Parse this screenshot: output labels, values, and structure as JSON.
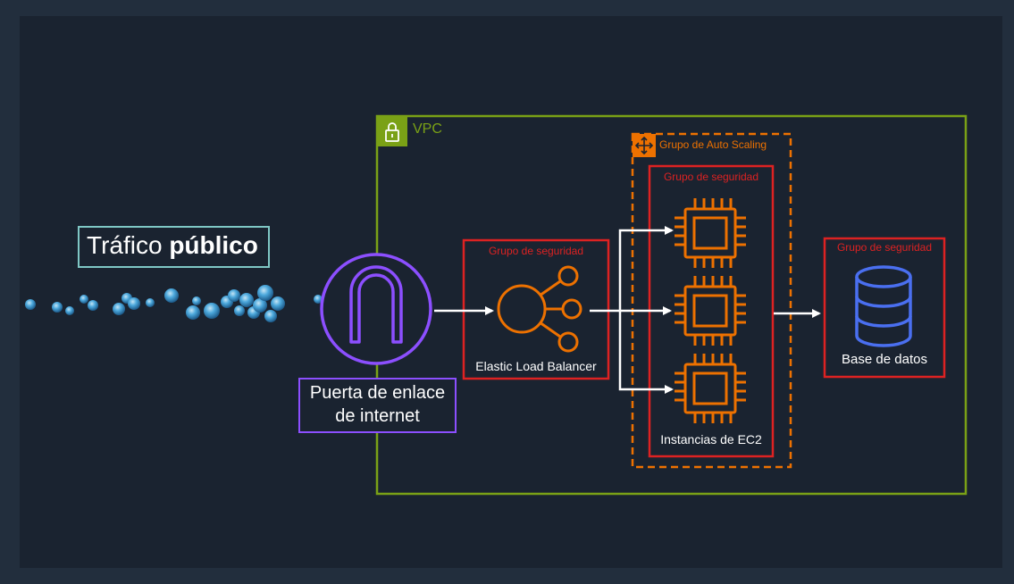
{
  "title": {
    "regular": "Tráfico ",
    "bold": "público"
  },
  "vpc": {
    "label": "VPC"
  },
  "internet_gateway": {
    "label_line1": "Puerta de enlace",
    "label_line2": "de internet"
  },
  "load_balancer": {
    "security_group_label": "Grupo de seguridad",
    "label": "Elastic Load Balancer"
  },
  "auto_scaling": {
    "label": "Grupo de Auto Scaling",
    "security_group_label": "Grupo de seguridad",
    "instances_label": "Instancias de EC2"
  },
  "database": {
    "security_group_label": "Grupo de seguridad",
    "label": "Base de datos"
  },
  "colors": {
    "vpc": "#7aa116",
    "security_group": "#dd2222",
    "auto_scaling": "#ed7100",
    "gateway": "#8c4fff",
    "database": "#4a6ff0",
    "title_border": "#7fc7c5",
    "background": "#1a2330"
  },
  "icons": {
    "vpc": "lock-icon",
    "auto_scaling": "auto-scaling-icon",
    "gateway": "internet-gateway-icon",
    "load_balancer": "load-balancer-icon",
    "instance": "ec2-chip-icon",
    "database": "database-icon"
  }
}
